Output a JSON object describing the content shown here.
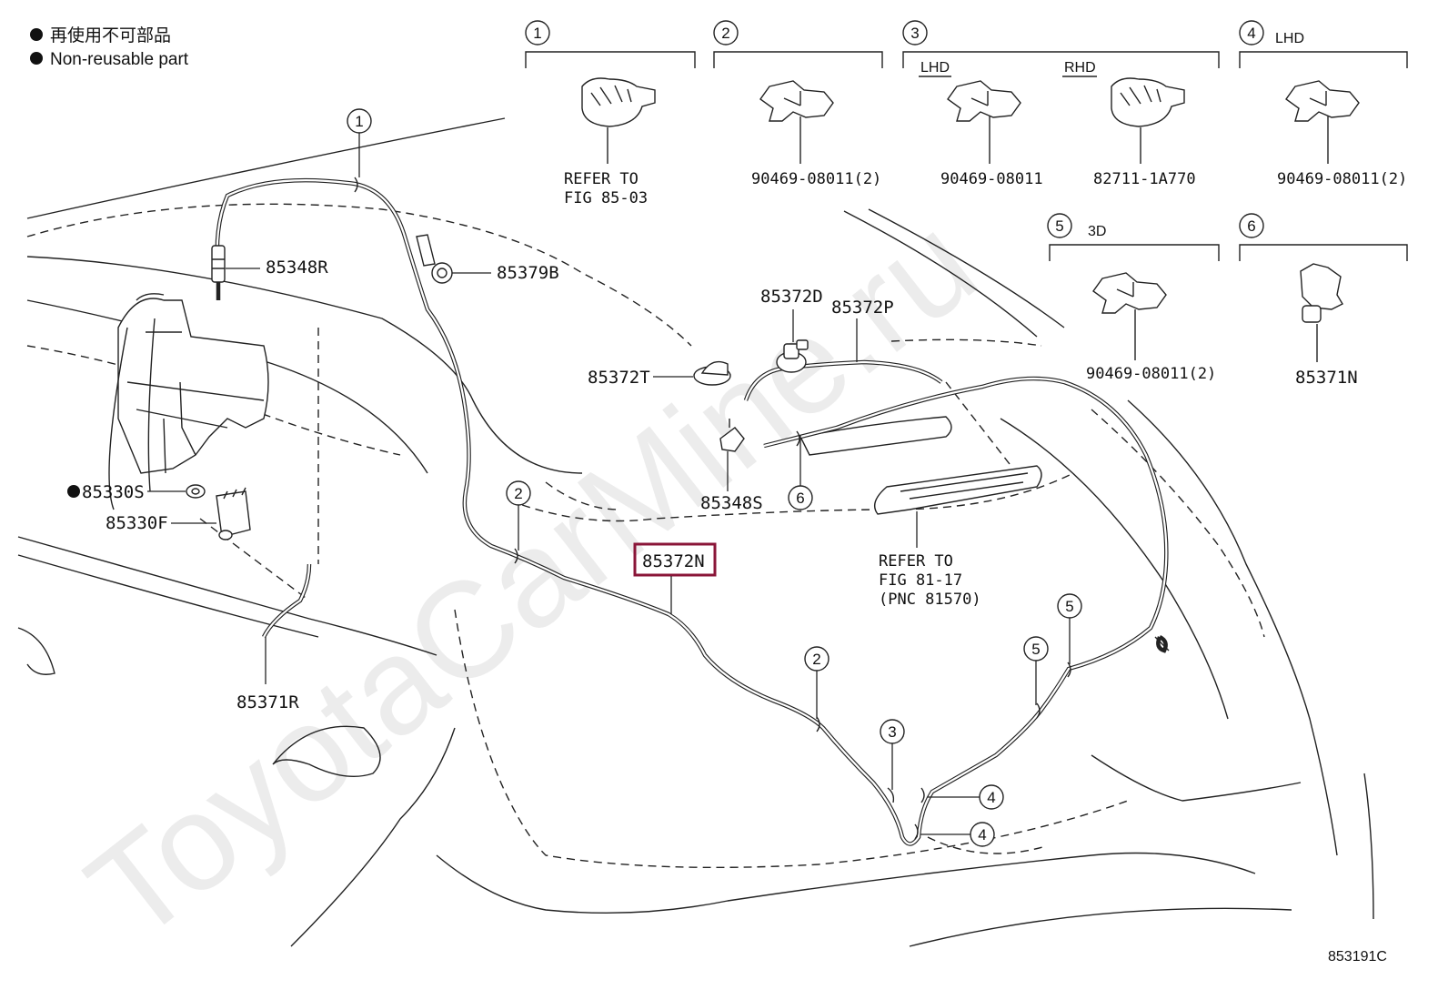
{
  "legend": {
    "line_jp": "再使用不可部品",
    "line_en": "Non-reusable part"
  },
  "watermark": "ToyotaCarMine.ru",
  "figure_code": "853191C",
  "clip_panels": {
    "p1": {
      "num": "1",
      "tag": "",
      "label_a": "REFER TO",
      "label_b": "FIG 85-03"
    },
    "p2": {
      "num": "2",
      "tag": "",
      "label_a": "90469-08011(2)"
    },
    "p3": {
      "num": "3",
      "tag_lhd": "LHD",
      "tag_rhd": "RHD",
      "label_lhd": "90469-08011",
      "label_rhd": "82711-1A770"
    },
    "p4": {
      "num": "4",
      "tag": "LHD",
      "label_a": "90469-08011(2)"
    },
    "p5": {
      "num": "5",
      "tag": "3D",
      "label_a": "90469-08011(2)"
    },
    "p6": {
      "num": "6",
      "tag": "",
      "label_a": "85371N"
    }
  },
  "callouts": {
    "c1": "1",
    "c2a": "2",
    "c2b": "2",
    "c3": "3",
    "c4a": "4",
    "c4b": "4",
    "c5a": "5",
    "c5b": "5",
    "c6": "6"
  },
  "parts": {
    "p85348R": "85348R",
    "p85379B": "85379B",
    "p85372D": "85372D",
    "p85372P": "85372P",
    "p85372T": "85372T",
    "p85330S": "85330S",
    "p85330F": "85330F",
    "p85348S": "85348S",
    "p85372N": "85372N",
    "p85371R": "85371R",
    "refer_a": "REFER TO",
    "refer_b": "FIG 81-17",
    "refer_c": "(PNC 81570)"
  },
  "highlight_color": "#8a1538"
}
